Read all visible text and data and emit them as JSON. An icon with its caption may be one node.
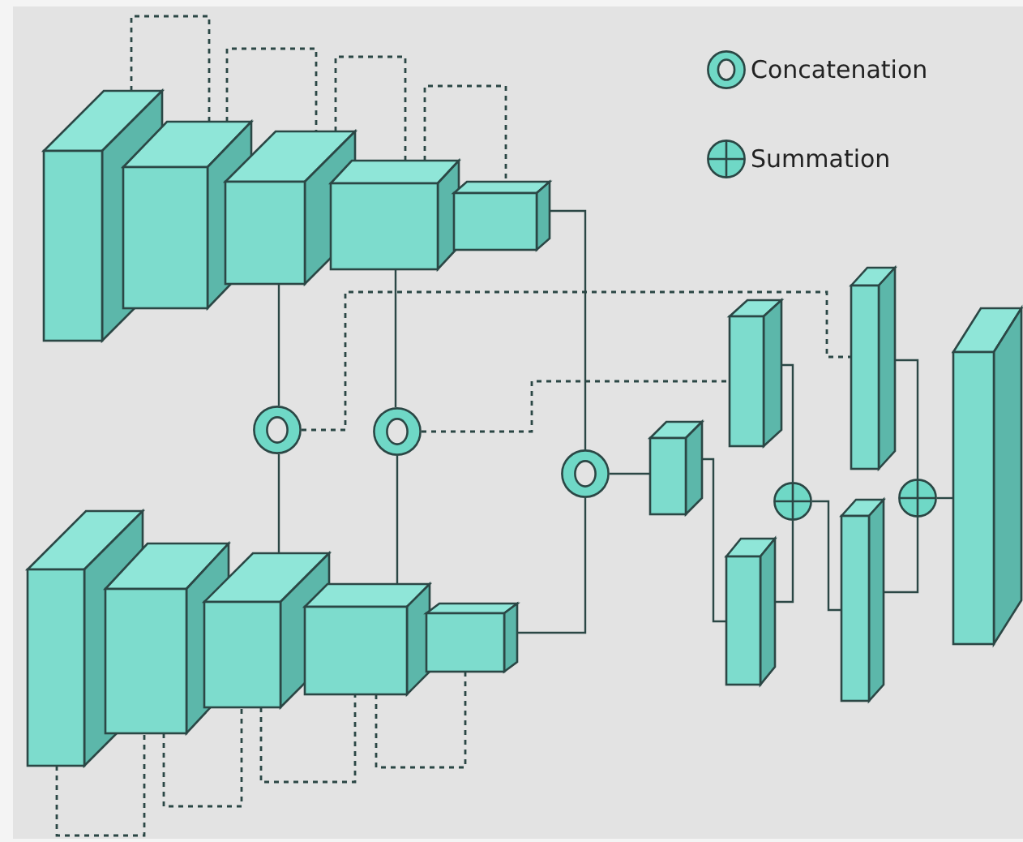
{
  "diagram": {
    "nodes": [
      {
        "text": [],
        "shape": "box"
      },
      {
        "text": [],
        "shape": "box"
      },
      {
        "text": [],
        "shape": "box"
      },
      {
        "text": [],
        "shape": "box"
      },
      {
        "text": [],
        "shape": "box"
      },
      {
        "text": [],
        "shape": "circle"
      },
      {
        "text": [],
        "shape": "circle"
      },
      {
        "text": [],
        "shape": "circle"
      },
      {
        "text": [],
        "shape": "box"
      },
      {
        "text": [],
        "shape": "box"
      },
      {
        "text": [],
        "shape": "box"
      },
      {
        "text": [],
        "shape": "box"
      },
      {
        "text": [],
        "shape": "box"
      },
      {
        "text": [],
        "shape": "box"
      },
      {
        "text": [],
        "shape": "box"
      },
      {
        "text": [],
        "shape": "box"
      },
      {
        "text": [],
        "shape": "circle"
      },
      {
        "text": [],
        "shape": "box"
      },
      {
        "text": [],
        "shape": "box"
      },
      {
        "text": [],
        "shape": "circle"
      },
      {
        "text": [],
        "shape": "box"
      }
    ],
    "edges": [
      {
        "from": 0,
        "to": 1,
        "arrow": "none",
        "style": "dashed"
      },
      {
        "from": 1,
        "to": 2,
        "arrow": "none",
        "style": "dashed"
      },
      {
        "from": 2,
        "to": 3,
        "arrow": "none",
        "style": "dashed"
      },
      {
        "from": 3,
        "to": 4,
        "arrow": "none",
        "style": "dashed"
      },
      {
        "from": 8,
        "to": 9,
        "arrow": "none",
        "style": "dashed"
      },
      {
        "from": 9,
        "to": 10,
        "arrow": "none",
        "style": "dashed"
      },
      {
        "from": 10,
        "to": 11,
        "arrow": "none",
        "style": "dashed"
      },
      {
        "from": 11,
        "to": 12,
        "arrow": "none",
        "style": "dashed"
      },
      {
        "from": 2,
        "to": 5,
        "arrow": "none"
      },
      {
        "from": 10,
        "to": 5,
        "arrow": "none"
      },
      {
        "from": 3,
        "to": 6,
        "arrow": "none"
      },
      {
        "from": 11,
        "to": 6,
        "arrow": "none"
      },
      {
        "from": 4,
        "to": 7,
        "arrow": "none"
      },
      {
        "from": 12,
        "to": 7,
        "arrow": "none"
      },
      {
        "from": 7,
        "to": 13,
        "arrow": "none"
      },
      {
        "from": 5,
        "to": 17,
        "arrow": "none",
        "style": "dashed"
      },
      {
        "from": 6,
        "to": 14,
        "arrow": "none",
        "style": "dashed"
      },
      {
        "from": 13,
        "to": 15,
        "arrow": "none"
      },
      {
        "from": 14,
        "to": 16,
        "arrow": "none"
      },
      {
        "from": 15,
        "to": 16,
        "arrow": "none"
      },
      {
        "from": 16,
        "to": 18,
        "arrow": "none"
      },
      {
        "from": 17,
        "to": 19,
        "arrow": "none"
      },
      {
        "from": 18,
        "to": 19,
        "arrow": "none"
      },
      {
        "from": 19,
        "to": 20,
        "arrow": "none"
      }
    ],
    "legend": [
      {
        "text": "Concatenation"
      },
      {
        "text": "Summation"
      }
    ]
  }
}
